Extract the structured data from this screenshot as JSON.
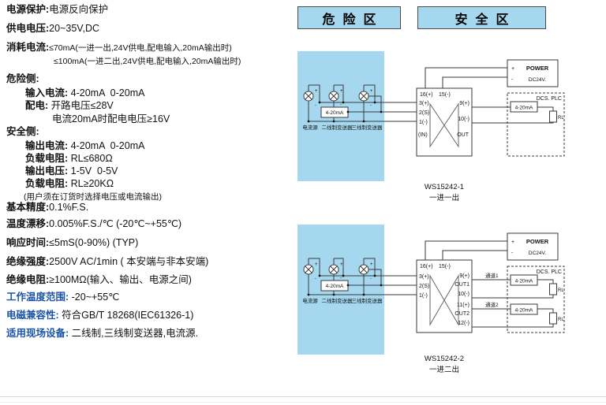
{
  "colors": {
    "zone_blue": "#a5d8ee",
    "label_blue": "#1a53a8",
    "line": "#3a3a3a"
  },
  "headers": {
    "hazard": "危险区",
    "safe": "安全区"
  },
  "specs": [
    {
      "label": "电源保护:",
      "value": "电源反向保护"
    },
    {
      "label": "供电电压:",
      "value": "20~35V,DC"
    },
    {
      "label": "消耗电流:",
      "value": "≤70mA(一进一出,24V供电,配电输入,20mA输出时)"
    },
    {
      "label": "",
      "value": "≤100mA(一进二出,24V供电,配电输入,20mA输出时)"
    },
    {
      "label": "危险侧:",
      "value": ""
    },
    {
      "label": "输入电流:",
      "value": " 4-20mA  0-20mA"
    },
    {
      "label": "配电:",
      "value": " 开路电压≤28V"
    },
    {
      "label": "",
      "value": "电流20mA时配电电压≥16V"
    },
    {
      "label": "安全侧:",
      "value": ""
    },
    {
      "label": "输出电流:",
      "value": " 4-20mA  0-20mA"
    },
    {
      "label": "负载电阻:",
      "value": " RL≤680Ω"
    },
    {
      "label": "输出电压:",
      "value": " 1-5V  0-5V"
    },
    {
      "label": "负载电阻:",
      "value": " RL≥20KΩ"
    },
    {
      "label": "",
      "value": "(用户须在订货时选择电压或电流输出)"
    },
    {
      "label": "基本精度:",
      "value": "0.1%F.S."
    },
    {
      "label": "温度漂移:",
      "value": "0.005%F.S./℃ (-20℃~+55℃)"
    },
    {
      "label": "响应时间:",
      "value": "≤5mS(0-90%) (TYP)"
    },
    {
      "label": "绝缘强度:",
      "value": "2500V AC/1min ( 本安端与非本安端)"
    },
    {
      "label": "绝缘电阻:",
      "value": "≥100MΩ(输入、输出、电源之间)"
    },
    {
      "label": "工作温度范围:",
      "value": " -20~+55℃"
    },
    {
      "label": "电磁兼容性:",
      "value": " 符合GB/T 18268(IEC61326-1)"
    },
    {
      "label": "适用现场设备:",
      "value": " 二线制,三线制变送器,电流源."
    }
  ],
  "diagram1": {
    "model": "WS15242-1",
    "subtitle": "一进一出",
    "sources": [
      "电流源",
      "二线制变送器",
      "三线制变送器"
    ],
    "field_signal": "4-20mA",
    "pol": {
      "plus": "+",
      "minus": "-"
    },
    "isolator": {
      "t16": "16(+)",
      "t15": "15(-)",
      "t3": "3(+)",
      "t2": "2(S)",
      "t1": "1(-)",
      "in": "(IN)",
      "t9": "9(+)",
      "t10": "10(-)",
      "out": "OUT"
    },
    "power": {
      "plus": "+",
      "minus": "-",
      "name": "POWER",
      "voltage": "DC24V."
    },
    "dcs": {
      "name": "DCS. PLC",
      "signal": "4-20mA",
      "load": "RL"
    }
  },
  "diagram2": {
    "model": "WS15242-2",
    "subtitle": "一进二出",
    "sources": [
      "电流源",
      "二线制变送器",
      "三线制变送器"
    ],
    "field_signal": "4-20mA",
    "pol": {
      "plus": "+",
      "minus": "-"
    },
    "isolator": {
      "t16": "16(+)",
      "t15": "15(-)",
      "t3": "3(+)",
      "t2": "2(S)",
      "t1": "1(-)",
      "t9": "9(+)",
      "out1": "OUT1",
      "t10": "10(-)",
      "t11": "11(+)",
      "out2": "OUT2",
      "t12": "12(-)"
    },
    "channel1": "通道1",
    "channel2": "通道2",
    "power": {
      "plus": "+",
      "minus": "-",
      "name": "POWER",
      "voltage": "DC24V."
    },
    "dcs": {
      "name": "DCS. PLC",
      "signal1": "4-20mA",
      "load1": "RL",
      "signal2": "4-20mA",
      "load2": "RL"
    }
  }
}
